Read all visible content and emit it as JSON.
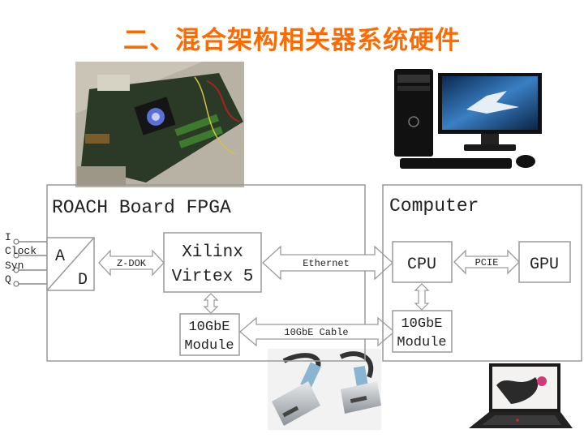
{
  "title": "二、混合架构相关器系统硬件",
  "roach": {
    "label": "ROACH Board FPGA",
    "adc": {
      "a": "A",
      "d": "D"
    },
    "zdok": "Z-DOK",
    "xilinx_line1": "Xilinx",
    "xilinx_line2": "Virtex 5",
    "gbe_line1": "10GbE",
    "gbe_line2": "Module"
  },
  "inputs": [
    "I",
    "Clock",
    "Syn",
    "Q"
  ],
  "links": {
    "ethernet": "Ethernet",
    "cable": "10GbE Cable",
    "pcie": "PCIE"
  },
  "computer": {
    "label": "Computer",
    "cpu": "CPU",
    "gpu": "GPU",
    "gbe_line1": "10GbE",
    "gbe_line2": "Module"
  },
  "colors": {
    "title": "#ff6a00",
    "line": "#9a9a9a",
    "text": "#222222"
  }
}
